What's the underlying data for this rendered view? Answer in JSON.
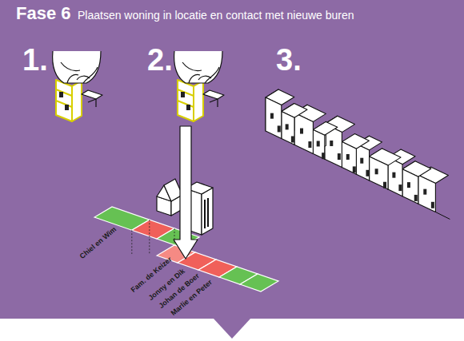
{
  "diagram": {
    "title": "Fase 6",
    "labels": [
      "Plaatsen woning in locatie en contact met nieuwe buren",
      "1.",
      "2.",
      "3.",
      "Chiel en Wim",
      "Fam. de Keizer",
      "Jonny en Dik",
      "Johan de Boer",
      "Marlie en Peter"
    ]
  }
}
